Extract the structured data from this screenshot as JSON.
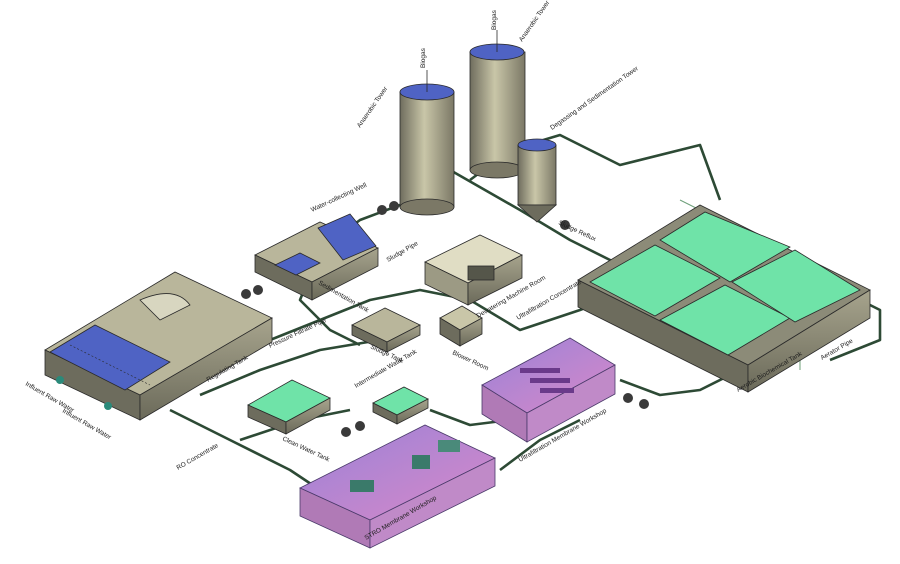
{
  "labels": {
    "biogas_1": "Biogas",
    "biogas_2": "Biogas",
    "anaerobic_tower_1": "Anaerobic Tower",
    "anaerobic_tower_2": "Anaerobic Tower",
    "degassing_tower": "Degassing and Sedimentation Tower",
    "sludge_reflux": "Sludge Reflux",
    "water_collecting_well": "Water-collecting Well",
    "sludge_pipe": "Sludge Pipe",
    "sedimentation_tank": "Sedimentation Tank",
    "dewatering_room": "Dewatering Machine Room",
    "ultrafiltration_concentrate": "Ultrafiltration Concentrate",
    "pressure_filtrate_pipe": "Pressure Filtrate Pipe",
    "sludge_tank": "Sludge Tank",
    "blower_room": "Blower Room",
    "regulating_tank": "Regulating Tank",
    "influent_1": "Influent Raw Water",
    "influent_2": "Influent Raw Water",
    "intermediate_tank": "Intermediate Water Tank",
    "clean_water_tank": "Clean Water Tank",
    "aerobic_tank": "Aerobic Biochemical Tank",
    "aerator_pipe": "Aerator Pipe",
    "uf_workshop": "Ultrafiltration Membrane Workshop",
    "ro_concentrate": "RO Concentrate",
    "stro_workshop": "STRO Membrane Workshop"
  },
  "colors": {
    "tank_wall": "#8c8b78",
    "tank_top": "#c9c6a8",
    "water_blue": "#4f63c4",
    "water_green": "#6fe3a8",
    "workshop_pink": "#d889c8",
    "workshop_purple": "#9a82d8",
    "pipe": "#2d4a35"
  }
}
